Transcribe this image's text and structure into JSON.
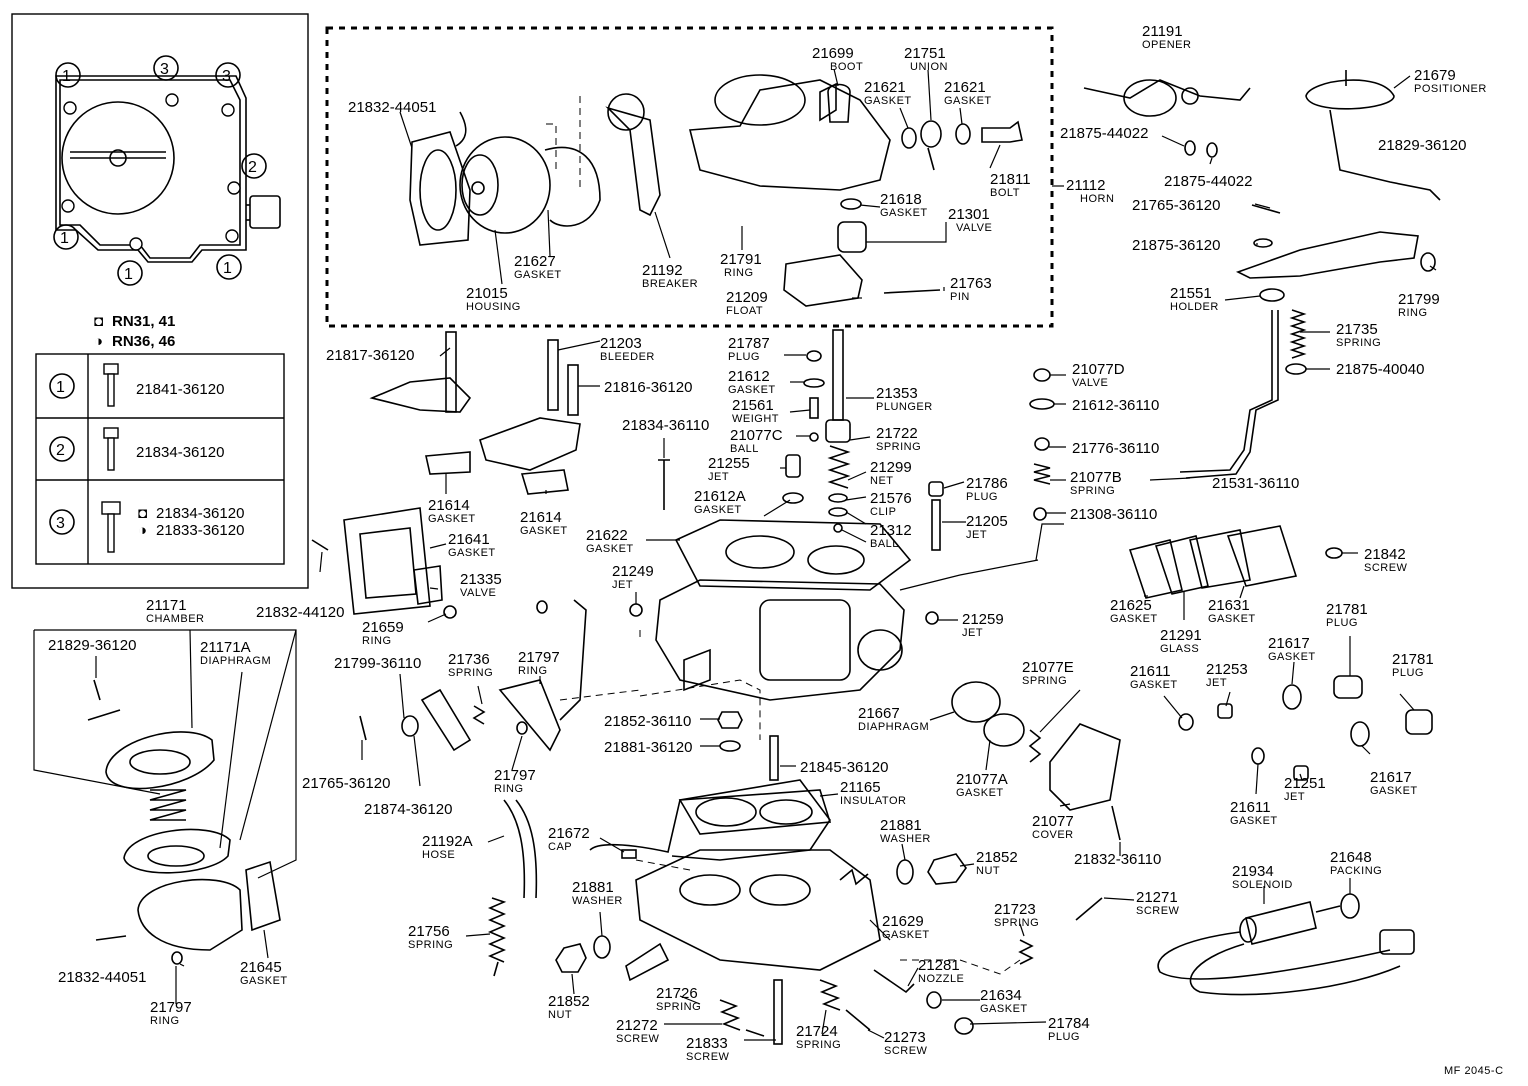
{
  "inset": {
    "legend": [
      {
        "symbol": "◘",
        "text": "RN31, 41"
      },
      {
        "symbol": "◑",
        "text": "RN36, 46"
      }
    ],
    "gasket_marks": [
      "1",
      "3",
      "3",
      "2",
      "1",
      "1",
      "1"
    ],
    "table": [
      {
        "mark": "1",
        "parts": [
          {
            "sym": "",
            "num": "21841-36120"
          }
        ]
      },
      {
        "mark": "2",
        "parts": [
          {
            "sym": "",
            "num": "21834-36120"
          }
        ]
      },
      {
        "mark": "3",
        "parts": [
          {
            "sym": "◘",
            "num": "21834-36120"
          },
          {
            "sym": "◑",
            "num": "21833-36120"
          }
        ]
      }
    ]
  },
  "labels": [
    {
      "id": "21699",
      "num": "21699",
      "cap": "BOOT"
    },
    {
      "id": "21751",
      "num": "21751",
      "cap": "UNION"
    },
    {
      "id": "21621a",
      "num": "21621",
      "cap": "GASKET"
    },
    {
      "id": "21621b",
      "num": "21621",
      "cap": "GASKET"
    },
    {
      "id": "21832-44051a",
      "num": "21832-44051",
      "cap": ""
    },
    {
      "id": "21811",
      "num": "21811",
      "cap": "BOLT"
    },
    {
      "id": "21618",
      "num": "21618",
      "cap": "GASKET"
    },
    {
      "id": "21301",
      "num": "21301",
      "cap": "VALVE"
    },
    {
      "id": "21112",
      "num": "21112",
      "cap": "HORN"
    },
    {
      "id": "21627",
      "num": "21627",
      "cap": "GASKET"
    },
    {
      "id": "21015",
      "num": "21015",
      "cap": "HOUSING"
    },
    {
      "id": "21192",
      "num": "21192",
      "cap": "BREAKER"
    },
    {
      "id": "21791",
      "num": "21791",
      "cap": "RING"
    },
    {
      "id": "21209",
      "num": "21209",
      "cap": "FLOAT"
    },
    {
      "id": "21763",
      "num": "21763",
      "cap": "PIN"
    },
    {
      "id": "21191",
      "num": "21191",
      "cap": "OPENER"
    },
    {
      "id": "21679",
      "num": "21679",
      "cap": "POSITIONER"
    },
    {
      "id": "21875-44022a",
      "num": "21875-44022",
      "cap": ""
    },
    {
      "id": "21829-36120a",
      "num": "21829-36120",
      "cap": ""
    },
    {
      "id": "21875-44022b",
      "num": "21875-44022",
      "cap": ""
    },
    {
      "id": "21765-36120a",
      "num": "21765-36120",
      "cap": ""
    },
    {
      "id": "21875-36120",
      "num": "21875-36120",
      "cap": ""
    },
    {
      "id": "21551",
      "num": "21551",
      "cap": "HOLDER"
    },
    {
      "id": "21799",
      "num": "21799",
      "cap": "RING"
    },
    {
      "id": "21735",
      "num": "21735",
      "cap": "SPRING"
    },
    {
      "id": "21875-40040",
      "num": "21875-40040",
      "cap": ""
    },
    {
      "id": "21817-36120",
      "num": "21817-36120",
      "cap": ""
    },
    {
      "id": "21203",
      "num": "21203",
      "cap": "BLEEDER"
    },
    {
      "id": "21816-36120",
      "num": "21816-36120",
      "cap": ""
    },
    {
      "id": "21787",
      "num": "21787",
      "cap": "PLUG"
    },
    {
      "id": "21612a",
      "num": "21612",
      "cap": "GASKET"
    },
    {
      "id": "21353",
      "num": "21353",
      "cap": "PLUNGER"
    },
    {
      "id": "21561",
      "num": "21561",
      "cap": "WEIGHT"
    },
    {
      "id": "21077C",
      "num": "21077C",
      "cap": "BALL"
    },
    {
      "id": "21722",
      "num": "21722",
      "cap": "SPRING"
    },
    {
      "id": "21834-36110",
      "num": "21834-36110",
      "cap": ""
    },
    {
      "id": "21255",
      "num": "21255",
      "cap": "JET"
    },
    {
      "id": "21299",
      "num": "21299",
      "cap": "NET"
    },
    {
      "id": "21077D",
      "num": "21077D",
      "cap": "VALVE"
    },
    {
      "id": "21612-36110",
      "num": "21612-36110",
      "cap": ""
    },
    {
      "id": "21776-36110",
      "num": "21776-36110",
      "cap": ""
    },
    {
      "id": "21077B",
      "num": "21077B",
      "cap": "SPRING"
    },
    {
      "id": "21531-36110",
      "num": "21531-36110",
      "cap": ""
    },
    {
      "id": "21614a",
      "num": "21614",
      "cap": "GASKET"
    },
    {
      "id": "21614b",
      "num": "21614",
      "cap": "GASKET"
    },
    {
      "id": "21612A",
      "num": "21612A",
      "cap": "GASKET"
    },
    {
      "id": "21576",
      "num": "21576",
      "cap": "CLIP"
    },
    {
      "id": "21786",
      "num": "21786",
      "cap": "PLUG"
    },
    {
      "id": "21308-36110",
      "num": "21308-36110",
      "cap": ""
    },
    {
      "id": "21622",
      "num": "21622",
      "cap": "GASKET"
    },
    {
      "id": "21312",
      "num": "21312",
      "cap": "BALL"
    },
    {
      "id": "21205",
      "num": "21205",
      "cap": "JET"
    },
    {
      "id": "21641",
      "num": "21641",
      "cap": "GASKET"
    },
    {
      "id": "21249",
      "num": "21249",
      "cap": "JET"
    },
    {
      "id": "21335",
      "num": "21335",
      "cap": "VALVE"
    },
    {
      "id": "21832-44120",
      "num": "21832-44120",
      "cap": ""
    },
    {
      "id": "21659",
      "num": "21659",
      "cap": "RING"
    },
    {
      "id": "21842",
      "num": "21842",
      "cap": "SCREW"
    },
    {
      "id": "21625",
      "num": "21625",
      "cap": "GASKET"
    },
    {
      "id": "21631",
      "num": "21631",
      "cap": "GASKET"
    },
    {
      "id": "21291",
      "num": "21291",
      "cap": "GLASS"
    },
    {
      "id": "21781a",
      "num": "21781",
      "cap": "PLUG"
    },
    {
      "id": "21259",
      "num": "21259",
      "cap": "JET"
    },
    {
      "id": "21171",
      "num": "21171",
      "cap": "CHAMBER"
    },
    {
      "id": "21829-36120b",
      "num": "21829-36120",
      "cap": ""
    },
    {
      "id": "21171A",
      "num": "21171A",
      "cap": "DIAPHRAGM"
    },
    {
      "id": "21799-36110",
      "num": "21799-36110",
      "cap": ""
    },
    {
      "id": "21736",
      "num": "21736",
      "cap": "SPRING"
    },
    {
      "id": "21797a",
      "num": "21797",
      "cap": "RING"
    },
    {
      "id": "21077E",
      "num": "21077E",
      "cap": "SPRING"
    },
    {
      "id": "21617a",
      "num": "21617",
      "cap": "GASKET"
    },
    {
      "id": "21611a",
      "num": "21611",
      "cap": "GASKET"
    },
    {
      "id": "21253",
      "num": "21253",
      "cap": "JET"
    },
    {
      "id": "21781b",
      "num": "21781",
      "cap": "PLUG"
    },
    {
      "id": "21667",
      "num": "21667",
      "cap": "DIAPHRAGM"
    },
    {
      "id": "21852-36110",
      "num": "21852-36110",
      "cap": ""
    },
    {
      "id": "21881-36120",
      "num": "21881-36120",
      "cap": ""
    },
    {
      "id": "21765-36120b",
      "num": "21765-36120",
      "cap": ""
    },
    {
      "id": "21874-36120",
      "num": "21874-36120",
      "cap": ""
    },
    {
      "id": "21797b",
      "num": "21797",
      "cap": "RING"
    },
    {
      "id": "21845-36120",
      "num": "21845-36120",
      "cap": ""
    },
    {
      "id": "21077A",
      "num": "21077A",
      "cap": "GASKET"
    },
    {
      "id": "21251",
      "num": "21251",
      "cap": "JET"
    },
    {
      "id": "21611b",
      "num": "21611",
      "cap": "GASKET"
    },
    {
      "id": "21617b",
      "num": "21617",
      "cap": "GASKET"
    },
    {
      "id": "21165",
      "num": "21165",
      "cap": "INSULATOR"
    },
    {
      "id": "21077",
      "num": "21077",
      "cap": "COVER"
    },
    {
      "id": "21881a",
      "num": "21881",
      "cap": "WASHER"
    },
    {
      "id": "21192A",
      "num": "21192A",
      "cap": "HOSE"
    },
    {
      "id": "21672",
      "num": "21672",
      "cap": "CAP"
    },
    {
      "id": "21852a",
      "num": "21852",
      "cap": "NUT"
    },
    {
      "id": "21832-36110",
      "num": "21832-36110",
      "cap": ""
    },
    {
      "id": "21934",
      "num": "21934",
      "cap": "SOLENOID"
    },
    {
      "id": "21648",
      "num": "21648",
      "cap": "PACKING"
    },
    {
      "id": "21881b",
      "num": "21881",
      "cap": "WASHER"
    },
    {
      "id": "21723",
      "num": "21723",
      "cap": "SPRING"
    },
    {
      "id": "21271",
      "num": "21271",
      "cap": "SCREW"
    },
    {
      "id": "21756",
      "num": "21756",
      "cap": "SPRING"
    },
    {
      "id": "21629",
      "num": "21629",
      "cap": "GASKET"
    },
    {
      "id": "21281",
      "num": "21281",
      "cap": "NOZZLE"
    },
    {
      "id": "21832-44051b",
      "num": "21832-44051",
      "cap": ""
    },
    {
      "id": "21645",
      "num": "21645",
      "cap": "GASKET"
    },
    {
      "id": "21852b",
      "num": "21852",
      "cap": "NUT"
    },
    {
      "id": "21726",
      "num": "21726",
      "cap": "SPRING"
    },
    {
      "id": "21634",
      "num": "21634",
      "cap": "GASKET"
    },
    {
      "id": "21797c",
      "num": "21797",
      "cap": "RING"
    },
    {
      "id": "21272",
      "num": "21272",
      "cap": "SCREW"
    },
    {
      "id": "21724",
      "num": "21724",
      "cap": "SPRING"
    },
    {
      "id": "21273",
      "num": "21273",
      "cap": "SCREW"
    },
    {
      "id": "21784",
      "num": "21784",
      "cap": "PLUG"
    },
    {
      "id": "21833",
      "num": "21833",
      "cap": "SCREW"
    }
  ],
  "figure_code": "MF 2045-C"
}
